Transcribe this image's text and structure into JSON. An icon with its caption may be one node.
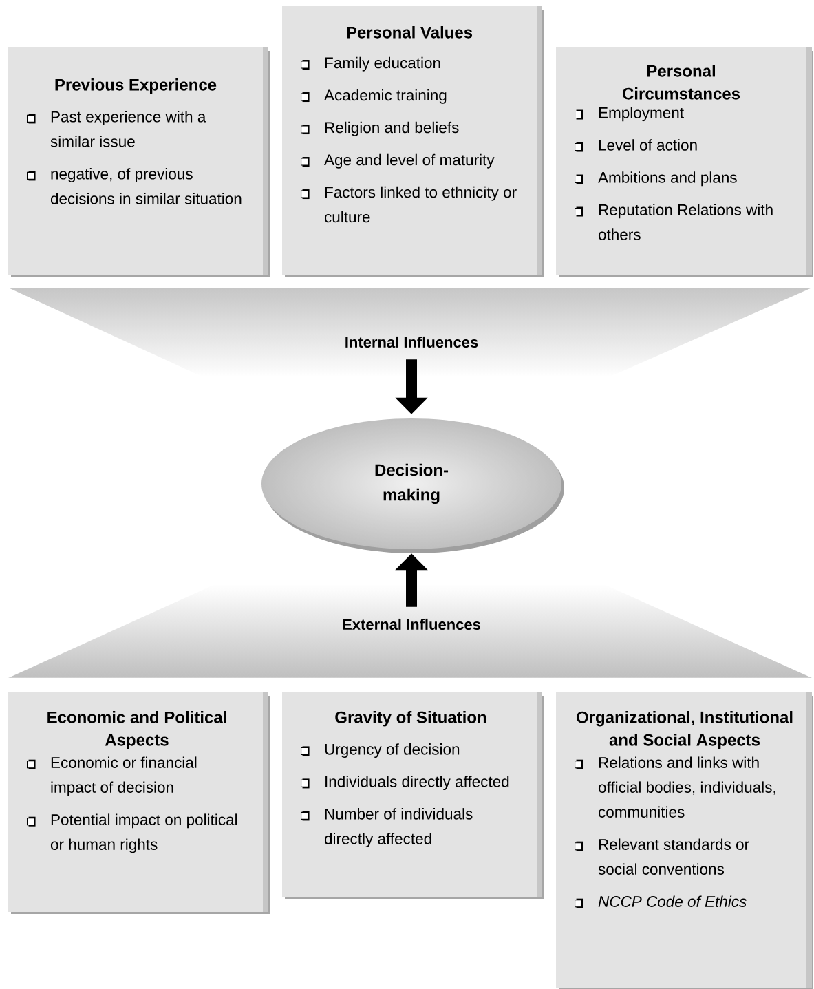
{
  "diagram": {
    "nodes": [
      {
        "text": [
          "Previous Experience",
          "Past experience with a similar issue",
          "negative, of previous decisions in similar situation"
        ]
      },
      {
        "text": [
          "Personal Values",
          "Family education",
          "Academic training",
          "Religion and beliefs",
          "Age and level of maturity",
          "Factors linked to ethnicity or culture"
        ]
      },
      {
        "text": [
          "Personal Circumstances",
          "Employment",
          "Level of action",
          "Ambitions and plans",
          "Reputation Relations with others"
        ]
      },
      {
        "text": [
          "Internal Influences"
        ]
      },
      {
        "text": [
          "Decision-making"
        ]
      },
      {
        "text": [
          "External Influences"
        ]
      },
      {
        "text": [
          "Economic and Political Aspects",
          "Economic or financial impact of decision",
          "Potential impact on political or human rights"
        ]
      },
      {
        "text": [
          "Gravity of Situation",
          "Urgency of decision",
          "Individuals directly affected",
          "Number of individuals directly affected"
        ]
      },
      {
        "text": [
          "Organizational, Institutional and Social Aspects",
          "Relations and links with official bodies, individuals, communities",
          "Relevant standards or social conventions",
          "*NCCP Code of Ethics*"
        ]
      }
    ],
    "edges": [
      {
        "from": 3,
        "to": 4,
        "arrow": "to"
      },
      {
        "from": 5,
        "to": 4,
        "arrow": "to"
      }
    ]
  }
}
